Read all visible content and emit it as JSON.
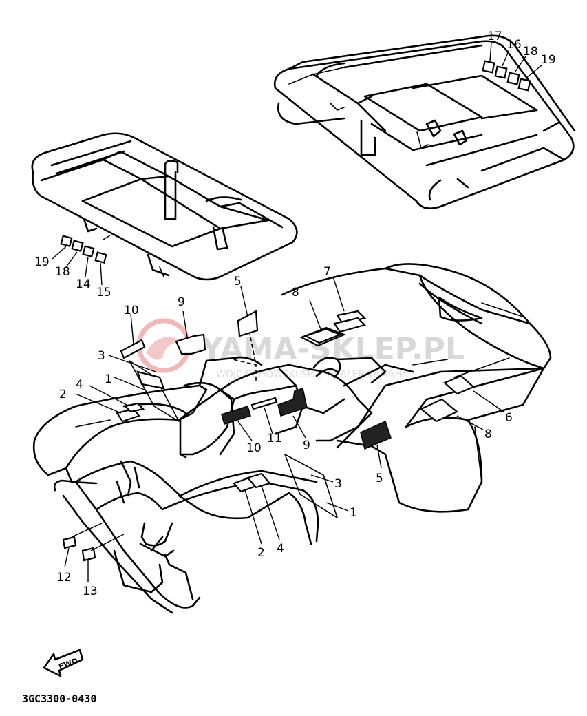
{
  "diagram": {
    "part_code": "3GC3300-0430",
    "fwd_label": "FWD",
    "callouts": [
      {
        "id": "c17",
        "label": "17"
      },
      {
        "id": "c16",
        "label": "16"
      },
      {
        "id": "c18a",
        "label": "18"
      },
      {
        "id": "c19a",
        "label": "19"
      },
      {
        "id": "c19b",
        "label": "19"
      },
      {
        "id": "c18b",
        "label": "18"
      },
      {
        "id": "c14",
        "label": "14"
      },
      {
        "id": "c15",
        "label": "15"
      },
      {
        "id": "c10a",
        "label": "10"
      },
      {
        "id": "c9a",
        "label": "9"
      },
      {
        "id": "c5a",
        "label": "5"
      },
      {
        "id": "c8a",
        "label": "8"
      },
      {
        "id": "c7",
        "label": "7"
      },
      {
        "id": "c3a",
        "label": "3"
      },
      {
        "id": "c1a",
        "label": "1"
      },
      {
        "id": "c4a",
        "label": "4"
      },
      {
        "id": "c2a",
        "label": "2"
      },
      {
        "id": "c10b",
        "label": "10"
      },
      {
        "id": "c11",
        "label": "11"
      },
      {
        "id": "c9b",
        "label": "9"
      },
      {
        "id": "c6",
        "label": "6"
      },
      {
        "id": "c8b",
        "label": "8"
      },
      {
        "id": "c5b",
        "label": "5"
      },
      {
        "id": "c3b",
        "label": "3"
      },
      {
        "id": "c1b",
        "label": "1"
      },
      {
        "id": "c2b",
        "label": "2"
      },
      {
        "id": "c4b",
        "label": "4"
      },
      {
        "id": "c12",
        "label": "12"
      },
      {
        "id": "c13",
        "label": "13"
      }
    ]
  },
  "watermark": {
    "brand": "YAMA-SKLEP.PL",
    "subtitle": "WOJCIECHOWSKI SP. J. DEALER YAMAHA",
    "color": "#d8d8d8",
    "logo_color": "#f0b8b8"
  }
}
